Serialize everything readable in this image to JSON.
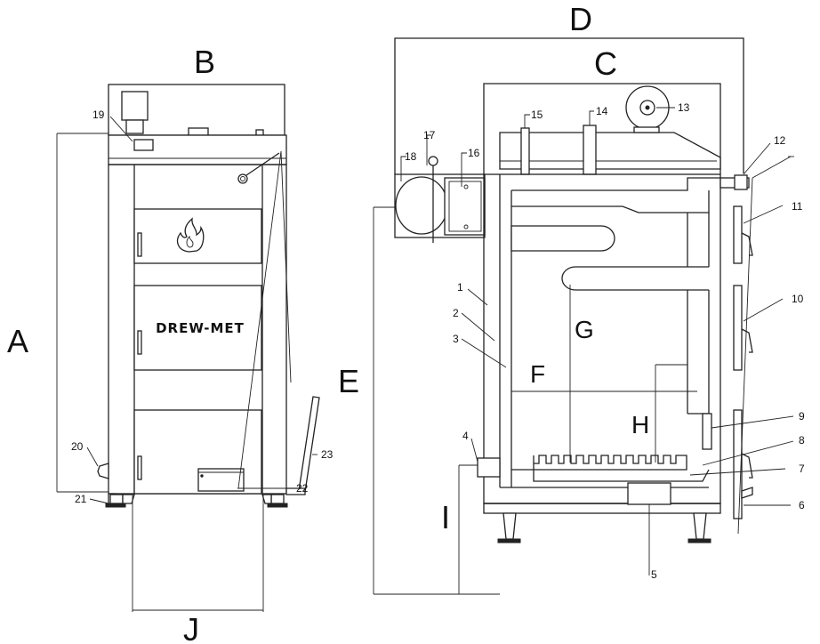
{
  "dimension_labels": {
    "A": "A",
    "B": "B",
    "C": "C",
    "D": "D",
    "E": "E",
    "F": "F",
    "G": "G",
    "H": "H",
    "I": "I",
    "J": "J"
  },
  "part_numbers": {
    "p1": "1",
    "p2": "2",
    "p3": "3",
    "p4": "4",
    "p5": "5",
    "p6": "6",
    "p7": "7",
    "p8": "8",
    "p9": "9",
    "p10": "10",
    "p11": "11",
    "p12": "12",
    "p13": "13",
    "p14": "14",
    "p15": "15",
    "p16": "16",
    "p17": "17",
    "p18": "18",
    "p19": "19",
    "p20": "20",
    "p21": "21",
    "p22": "22",
    "p23": "23"
  },
  "brand": "DREW-MET",
  "icons": {
    "door_emblem": "flame-icon"
  }
}
